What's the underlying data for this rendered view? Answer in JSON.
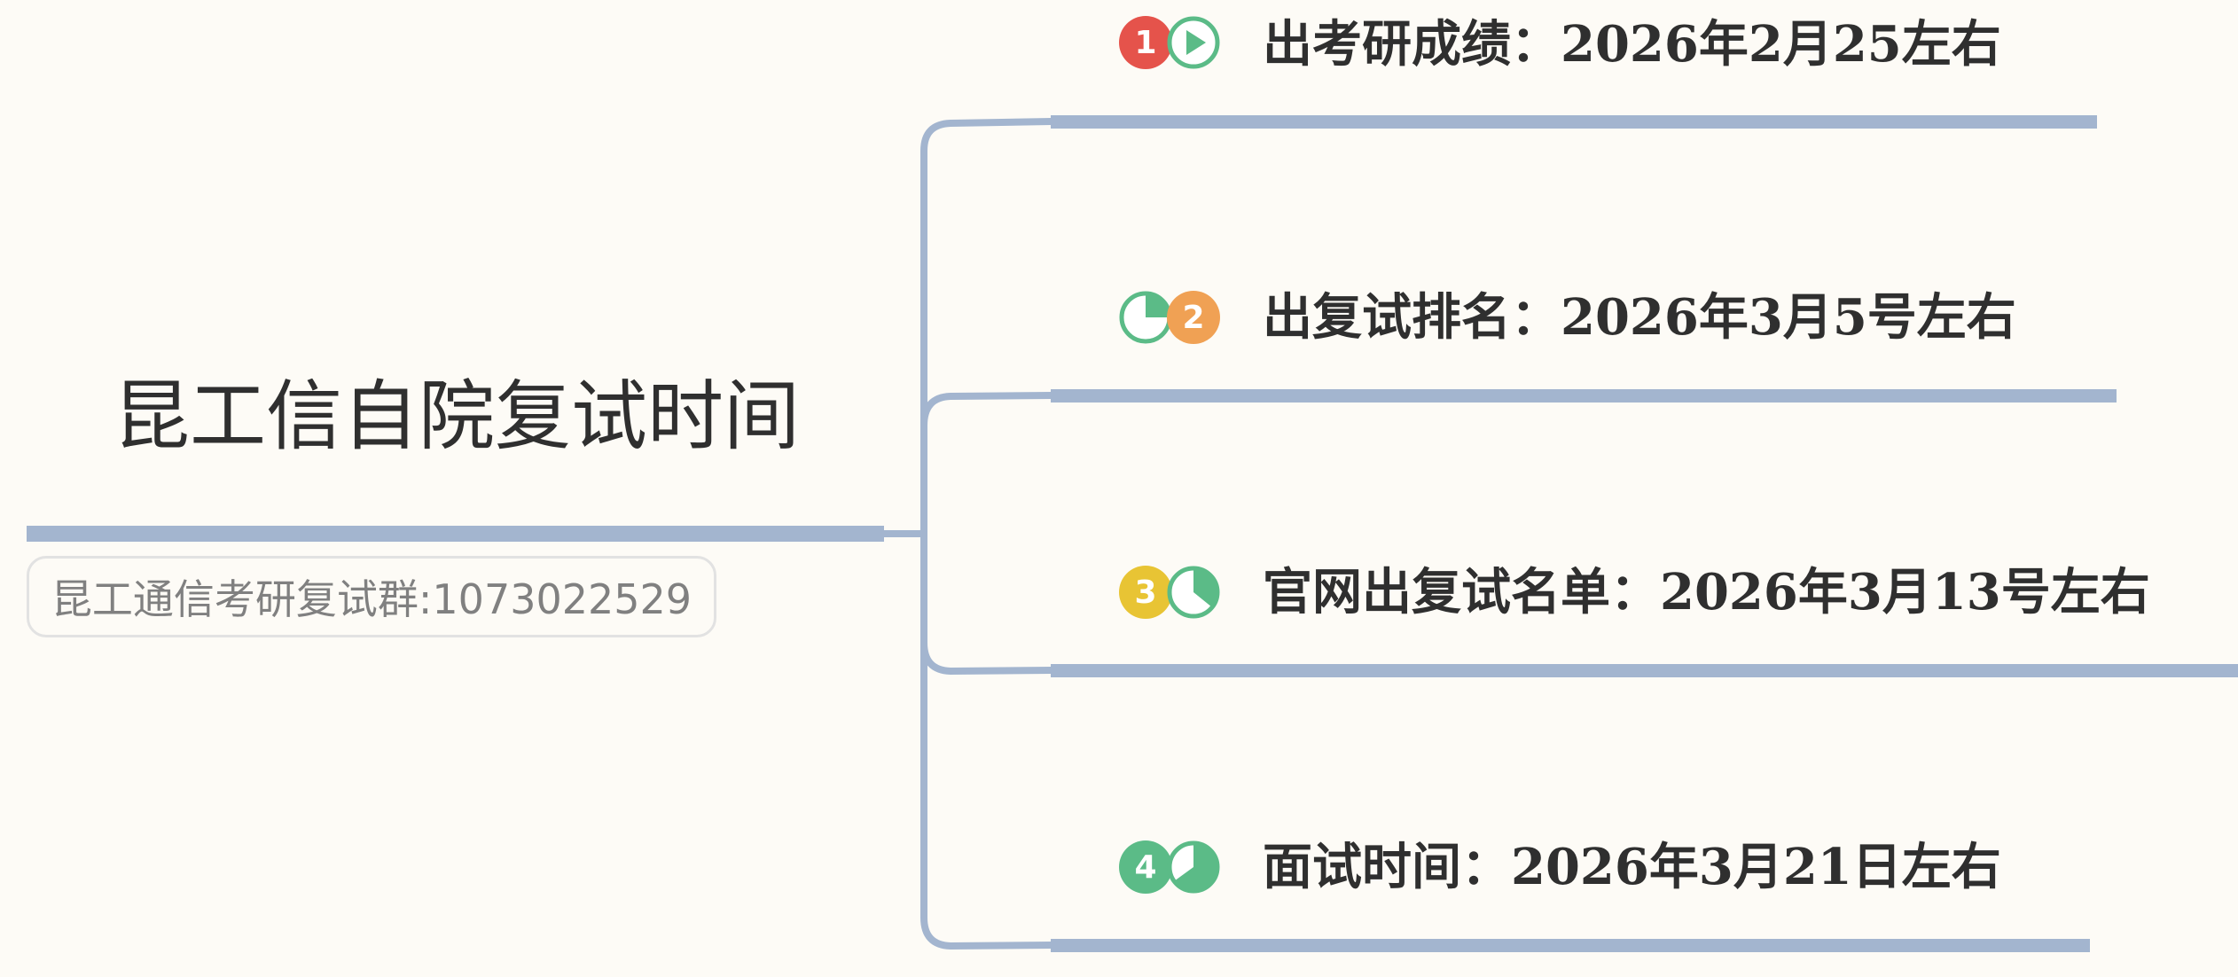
{
  "root": {
    "title": "昆工信自院复试时间",
    "note": "昆工通信考研复试群:1073022529"
  },
  "branches": [
    {
      "label": "出考研成绩：2026年2月25左右",
      "badge_number": "1",
      "badge_color": "#e5534b",
      "progress": "play",
      "progress_color": "#5bbb87"
    },
    {
      "label": "出复试排名：2026年3月5号左右",
      "badge_number": "2",
      "badge_color": "#f0a154",
      "progress": "quarter",
      "progress_color": "#5bbb87"
    },
    {
      "label": "官网出复试名单：2026年3月13号左右",
      "badge_number": "3",
      "badge_color": "#e8c434",
      "progress": "half",
      "progress_color": "#5bbb87"
    },
    {
      "label": "面试时间：2026年3月21日左右",
      "badge_number": "4",
      "badge_color": "#5bbb87",
      "progress": "three-quarter",
      "progress_color": "#5bbb87"
    }
  ],
  "colors": {
    "background": "#fdfbf6",
    "connector": "#a3b5cf",
    "text": "#2f2f2f",
    "note_text": "#808080"
  }
}
